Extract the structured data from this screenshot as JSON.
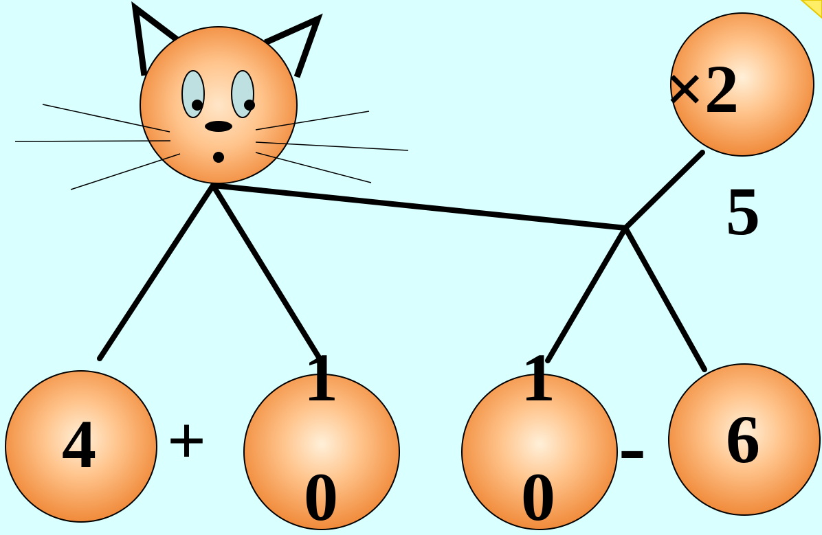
{
  "colors": {
    "background": "#d9ffff",
    "ball_light": "#fff0d9",
    "ball_mid": "#ffbb80",
    "ball_dark": "#e87a30",
    "eye_fill": "#bfe0e0",
    "line": "#000000",
    "corner_fold": "#ffee66"
  },
  "icons": {
    "cat": "cat-face-icon",
    "ball": "orange-ball-icon",
    "corner": "page-curl-icon"
  },
  "problem": {
    "top_right_ball_label": "×2",
    "top_right_extra": "5",
    "left_ball_1": "4",
    "plus_op": "+",
    "left_ball_2_top": "1",
    "left_ball_2_bottom": "0",
    "right_ball_1_top": "1",
    "right_ball_1_bottom": "0",
    "minus_op": "-",
    "right_ball_2": "6"
  }
}
